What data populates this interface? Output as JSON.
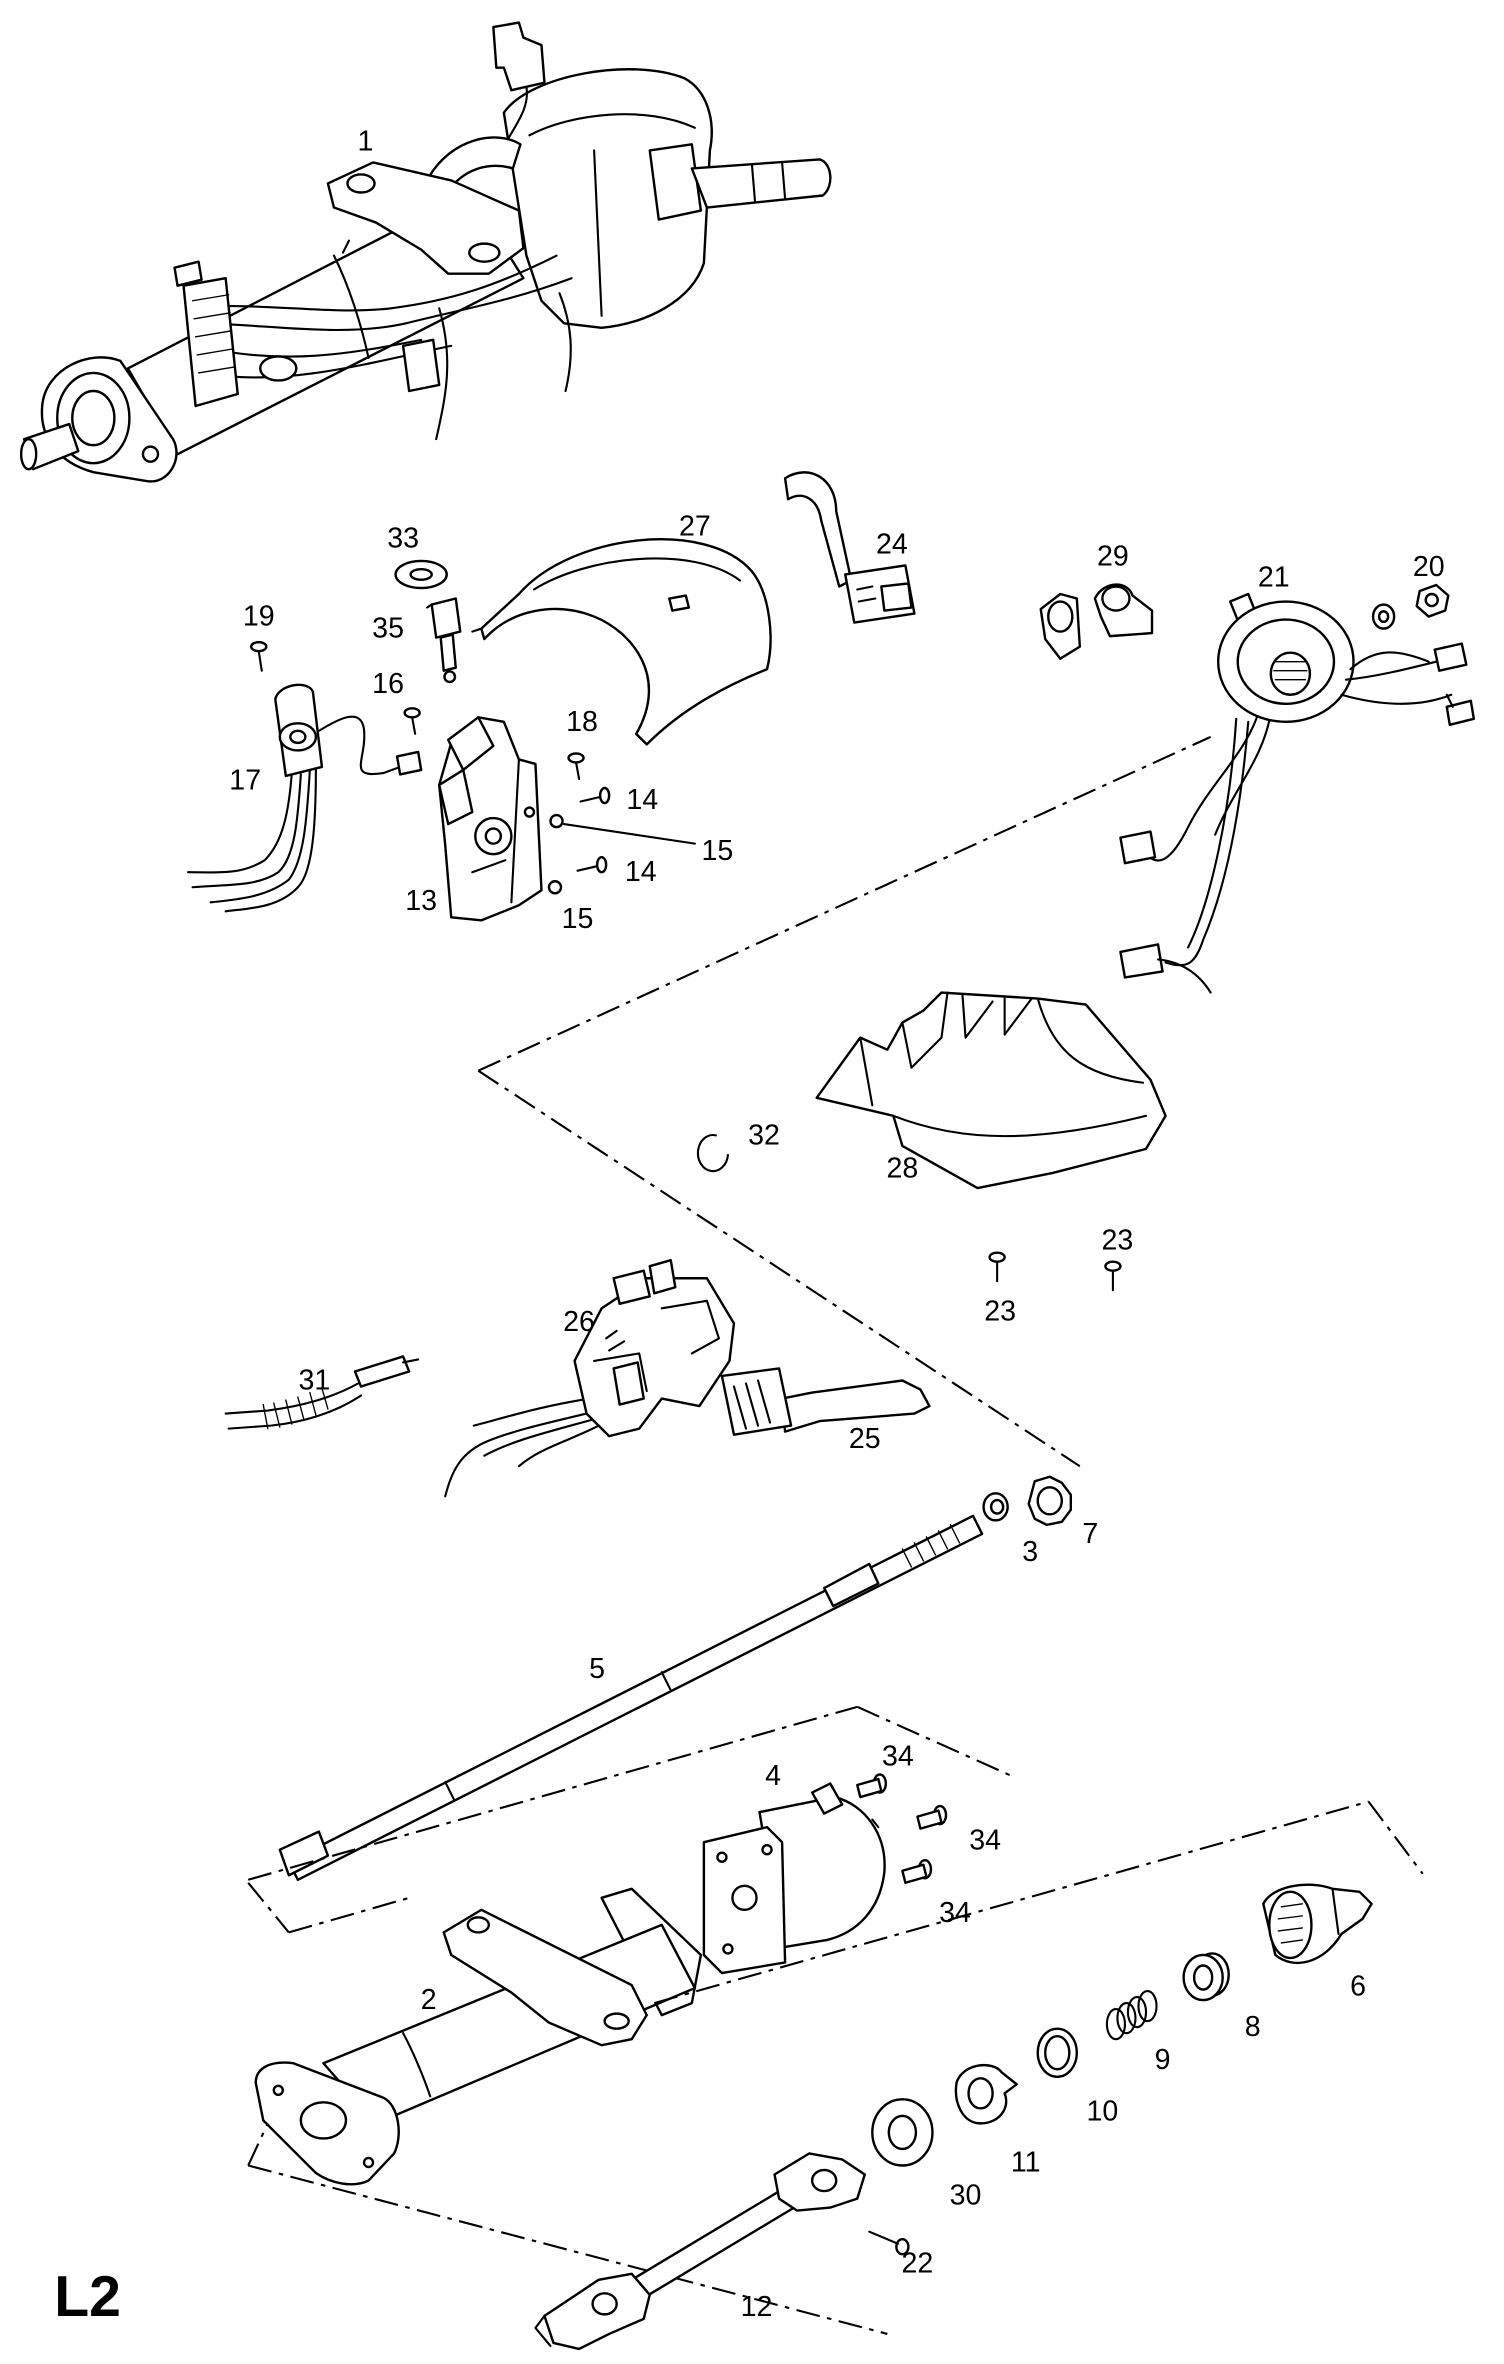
{
  "page_code": "L2",
  "callouts": [
    "1",
    "33",
    "27",
    "24",
    "29",
    "21",
    "20",
    "19",
    "35",
    "16",
    "18",
    "17",
    "14",
    "15",
    "14",
    "13",
    "15",
    "32",
    "28",
    "23",
    "23",
    "26",
    "31",
    "25",
    "7",
    "3",
    "5",
    "34",
    "4",
    "34",
    "34",
    "2",
    "6",
    "8",
    "9",
    "10",
    "11",
    "30",
    "22",
    "12"
  ]
}
